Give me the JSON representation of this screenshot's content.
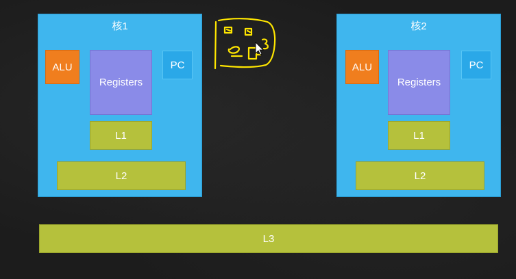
{
  "cores": [
    {
      "title": "核1",
      "alu": "ALU",
      "registers": "Registers",
      "pc": "PC",
      "l1": "L1",
      "l2": "L2"
    },
    {
      "title": "核2",
      "alu": "ALU",
      "registers": "Registers",
      "pc": "PC",
      "l1": "L1",
      "l2": "L2"
    }
  ],
  "l3": "L3",
  "colors": {
    "core": "#3fb6ee",
    "alu": "#f07e1e",
    "registers": "#8a8be8",
    "pc": "#2aa8e8",
    "cache": "#b5c13c",
    "annotation": "#ffe600"
  }
}
